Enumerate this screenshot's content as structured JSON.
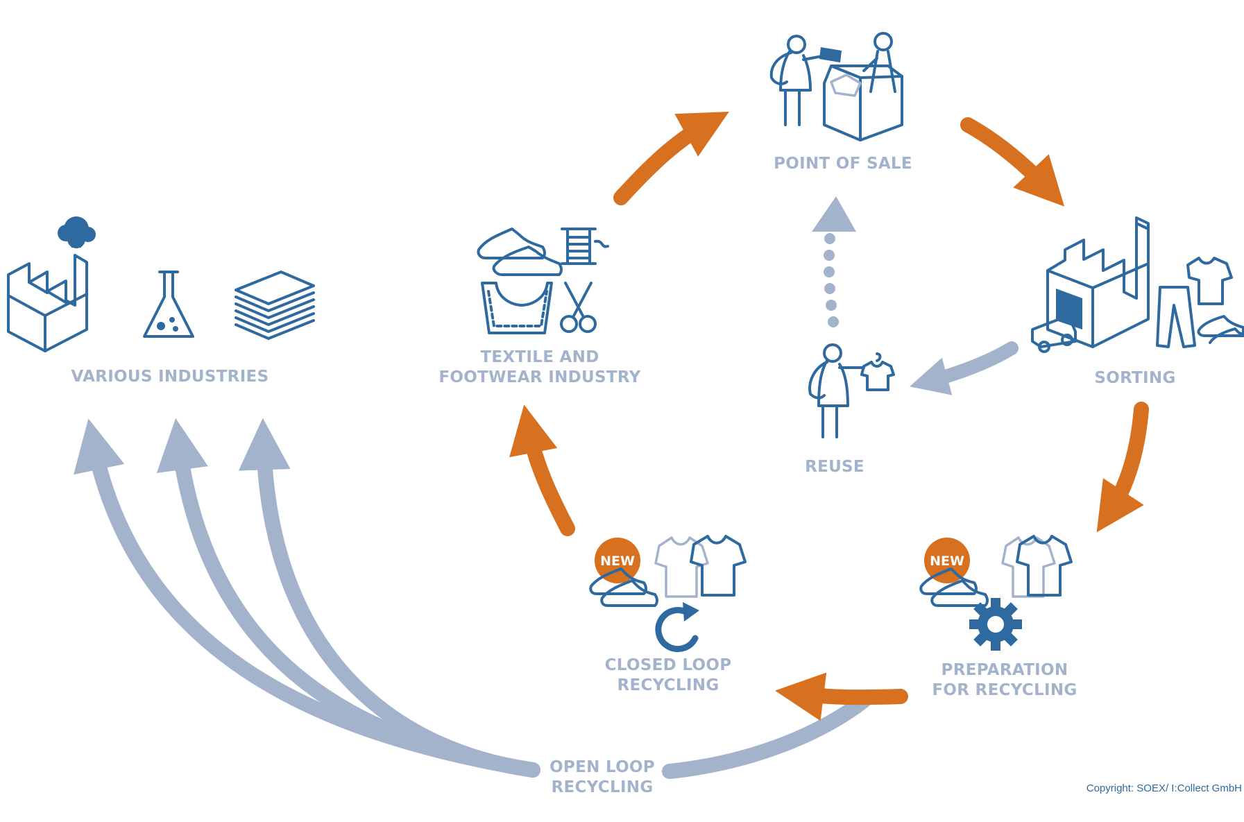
{
  "labels": {
    "various_industries": "VARIOUS INDUSTRIES",
    "textile_line1": "TEXTILE AND",
    "textile_line2": "FOOTWEAR INDUSTRY",
    "point_of_sale": "POINT OF SALE",
    "sorting": "SORTING",
    "reuse": "REUSE",
    "closed_line1": "CLOSED LOOP",
    "closed_line2": "RECYCLING",
    "prep_line1": "PREPARATION",
    "prep_line2": "FOR RECYCLING",
    "open_line1": "OPEN LOOP",
    "open_line2": "RECYCLING"
  },
  "badges": {
    "new_closed": "NEW",
    "new_prep": "NEW"
  },
  "copyright": "Copyright: SOEX/ I:Collect GmbH",
  "colors": {
    "orange": "#d7701f",
    "light_blue": "#a3b3cc",
    "icon_blue": "#2e6aa0"
  },
  "icons": [
    "factory-icon",
    "smoke-cloud-icon",
    "flask-icon",
    "fabric-stack-icon",
    "shoes-icon",
    "thread-spool-icon",
    "tank-top-icon",
    "scissors-icon",
    "cashier-counter-icon",
    "sorting-plant-icon",
    "truck-icon",
    "tshirt-icon",
    "trousers-icon",
    "person-holding-shirt-icon",
    "recycle-arrow-icon",
    "gear-icon"
  ]
}
